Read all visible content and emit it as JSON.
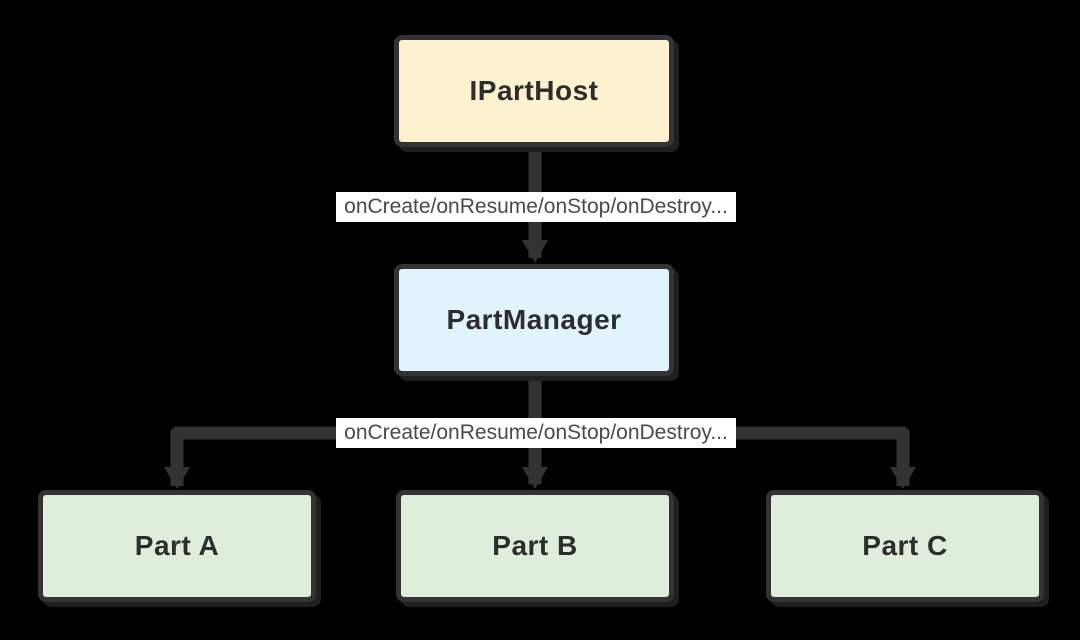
{
  "diagram": {
    "type": "flowchart",
    "background": "#000000",
    "nodes": [
      {
        "id": "iparthost",
        "label": "IPartHost",
        "fill": "#FCF2D0"
      },
      {
        "id": "partmanager",
        "label": "PartManager",
        "fill": "#E2F4FB"
      },
      {
        "id": "part-a",
        "label": "Part A",
        "fill": "#DFEEDA"
      },
      {
        "id": "part-b",
        "label": "Part B",
        "fill": "#DFEEDA"
      },
      {
        "id": "part-c",
        "label": "Part C",
        "fill": "#DFEEDA"
      }
    ],
    "edges": [
      {
        "from": "IPartHost",
        "to": "PartManager",
        "label": "onCreate/onResume/onStop/onDestroy..."
      },
      {
        "from": "PartManager",
        "to": "Part A, Part B, Part C",
        "label": "onCreate/onResume/onStop/onDestroy..."
      }
    ],
    "colors": {
      "line": "#333333",
      "node_border": "#333333",
      "node_text": "#2d2d2d",
      "edge_label_text": "#4a4a4a",
      "edge_label_bg": "#ffffff"
    }
  }
}
